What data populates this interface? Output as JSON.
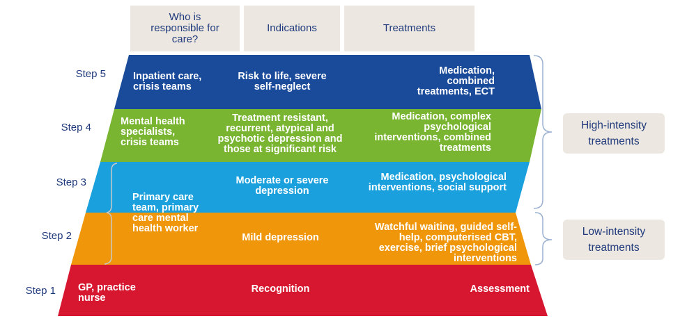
{
  "headers": {
    "responsible": "Who is responsible for care?",
    "indications": "Indications",
    "treatments": "Treatments"
  },
  "steps": [
    {
      "label": "Step 5",
      "responsible": "Inpatient care, crisis teams",
      "indications": "Risk to life, severe self-neglect",
      "treatments": "Medication, combined treatments, ECT",
      "color": "#1a4a9a"
    },
    {
      "label": "Step 4",
      "responsible": "Mental health specialists, crisis teams",
      "indications": "Treatment resistant, recurrent, atypical and psychotic depression and those at significant risk",
      "treatments": "Medication, complex psychological interventions, combined treatments",
      "color": "#7ab532"
    },
    {
      "label": "Step 3",
      "indications": "Moderate or severe depression",
      "treatments": "Medication, psychological interventions, social support",
      "color": "#1aa0dc"
    },
    {
      "label": "Step 2",
      "indications": "Mild depression",
      "treatments": "Watchful waiting, guided self-help, computerised CBT, exercise, brief psychological interventions",
      "color": "#f0960a"
    },
    {
      "label": "Step 1",
      "responsible": "GP, practice nurse",
      "indications": "Recognition",
      "treatments": "Assessment",
      "color": "#d7172f"
    }
  ],
  "shared_responsible_steps_2_3": "Primary care team, primary care mental health worker",
  "intensity": {
    "high": "High-intensity treatments",
    "low": "Low-intensity treatments"
  }
}
